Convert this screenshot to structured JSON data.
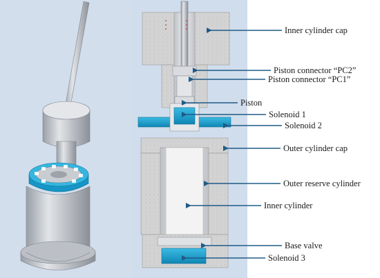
{
  "colors": {
    "panel_bg": "#cfdced",
    "steel": "#c9ccd1",
    "steel_dark": "#8e949c",
    "concrete": "#d6d6d6",
    "solenoid": "#1aa3cf",
    "arrow": "#1f5b86"
  },
  "labels": [
    {
      "id": "inner-cylinder-cap",
      "text": "Inner cylinder cap"
    },
    {
      "id": "piston-connector-pc2",
      "text": "Piston connector “PC2”"
    },
    {
      "id": "piston-connector-pc1",
      "text": "Piston connector “PC1”"
    },
    {
      "id": "piston",
      "text": "Piston"
    },
    {
      "id": "solenoid-1",
      "text": "Solenoid 1"
    },
    {
      "id": "solenoid-2",
      "text": "Solenoid 2"
    },
    {
      "id": "outer-cylinder-cap",
      "text": "Outer cylinder cap"
    },
    {
      "id": "outer-reserve-cylinder",
      "text": "Outer reserve cylinder"
    },
    {
      "id": "inner-cylinder",
      "text": "Inner cylinder"
    },
    {
      "id": "base-valve",
      "text": "Base valve"
    },
    {
      "id": "solenoid-3",
      "text": "Solenoid 3"
    }
  ]
}
